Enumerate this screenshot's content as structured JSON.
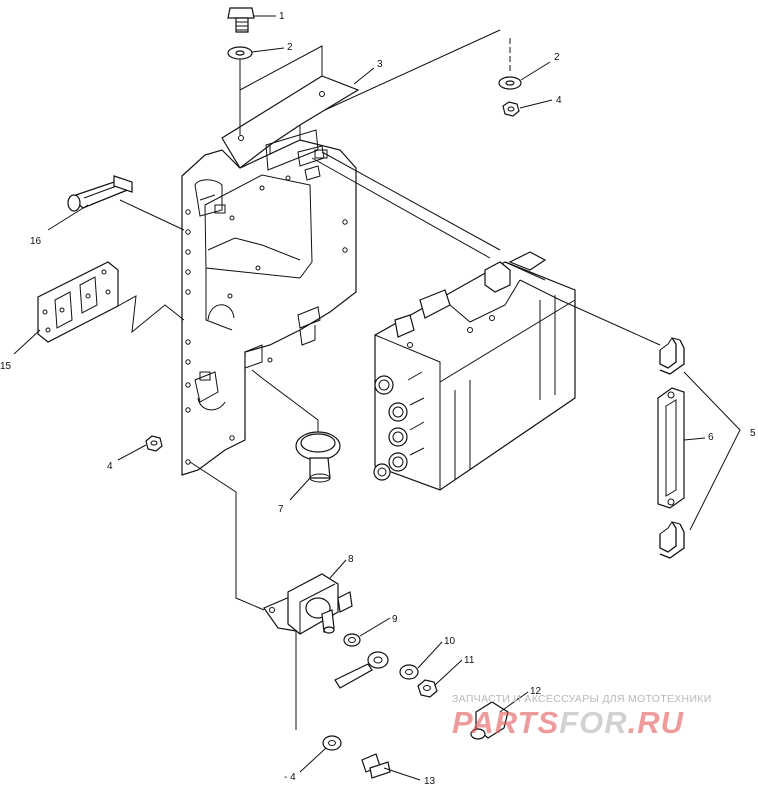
{
  "callouts": [
    {
      "id": "c1",
      "label": "1"
    },
    {
      "id": "c2a",
      "label": "2"
    },
    {
      "id": "c2b",
      "label": "2"
    },
    {
      "id": "c3",
      "label": "3"
    },
    {
      "id": "c4a",
      "label": "4"
    },
    {
      "id": "c4b",
      "label": "4"
    },
    {
      "id": "c4c",
      "label": "- 4"
    },
    {
      "id": "c5",
      "label": "5"
    },
    {
      "id": "c6",
      "label": "6"
    },
    {
      "id": "c7",
      "label": "7"
    },
    {
      "id": "c8",
      "label": "8"
    },
    {
      "id": "c9",
      "label": "9"
    },
    {
      "id": "c10",
      "label": "10"
    },
    {
      "id": "c11",
      "label": "11"
    },
    {
      "id": "c12",
      "label": "12"
    },
    {
      "id": "c13",
      "label": "13"
    },
    {
      "id": "c15",
      "label": "15"
    },
    {
      "id": "c16",
      "label": "16"
    }
  ],
  "watermark": {
    "tagline": "ЗАПЧАСТИ И АКСЕССУАРЫ ДЛЯ МОТОТЕХНИКИ",
    "logo_part1": "PARTS",
    "logo_part2": "FOR",
    "logo_part3": ".RU"
  }
}
